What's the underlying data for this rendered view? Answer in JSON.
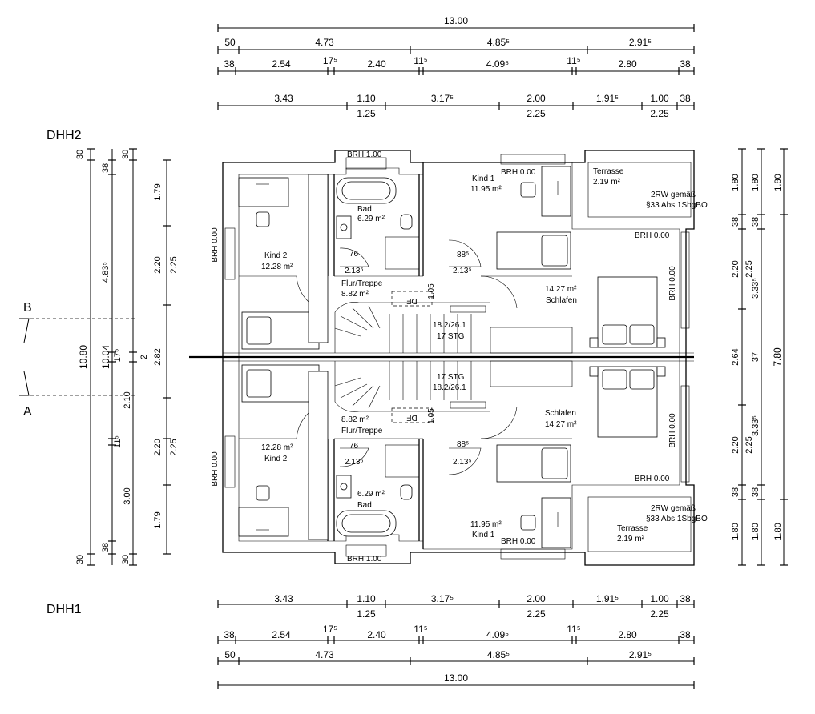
{
  "labels": {
    "dhh2": "DHH2",
    "dhh1": "DHH1",
    "sectionB": "B",
    "sectionA": "A"
  },
  "dims_top": {
    "overall": "13.00",
    "r2": [
      "50",
      "4.73",
      "4.85⁵",
      "2.91⁵"
    ],
    "r3": [
      "38",
      "2.54",
      "17⁵",
      "2.40",
      "11⁵",
      "4.09⁵",
      "11⁵",
      "2.80",
      "38"
    ],
    "r4": [
      "3.43",
      "1.10",
      "3.17⁵",
      "2.00",
      "1.91⁵",
      "1.00",
      "38"
    ],
    "r4_under": [
      "1.25",
      "2.25",
      "2.25"
    ]
  },
  "dims_bottom": {
    "r1": [
      "3.43",
      "1.10",
      "3.17⁵",
      "2.00",
      "1.91⁵",
      "1.00",
      "38"
    ],
    "r1_under": [
      "1.25",
      "2.25",
      "2.25"
    ],
    "r2": [
      "38",
      "2.54",
      "17⁵",
      "2.40",
      "11⁵",
      "4.09⁵",
      "11⁵",
      "2.80",
      "38"
    ],
    "r3": [
      "50",
      "4.73",
      "4.85⁵",
      "2.91⁵"
    ],
    "overall": "13.00"
  },
  "dims_left": {
    "overall": "10.80",
    "mid": "10.04",
    "c1": [
      "30",
      "30"
    ],
    "c2": [
      "38",
      "4.83⁵",
      "17⁵",
      "11⁵",
      "3.00",
      "38"
    ],
    "c3": [
      "30",
      "2",
      "30"
    ],
    "c4": [
      "1.79",
      "2.20",
      "2.82",
      "2.10",
      "2.20",
      "1.79"
    ],
    "c5": [
      "2.25",
      "2.25"
    ]
  },
  "dims_right": {
    "overall": "7.80",
    "c1": [
      "1.80",
      "38",
      "2.20",
      "2.64",
      "2.20",
      "38",
      "1.80"
    ],
    "c2": [
      "1.80",
      "38",
      "2.25",
      "2.25",
      "38",
      "1.80"
    ],
    "c3": [
      "3.33⁵",
      "37",
      "3.33⁵"
    ],
    "c4": [
      "1.80",
      "1.80"
    ]
  },
  "rooms": {
    "kind2_top": [
      "Kind 2",
      "12.28 m²"
    ],
    "bad_top": [
      "Bad",
      "6.29 m²"
    ],
    "kind1_top": [
      "Kind 1",
      "11.95 m²"
    ],
    "terrasse_top": [
      "Terrasse",
      "2.19 m²"
    ],
    "rw_top": [
      "2RW gemäß",
      "§33 Abs.1SbgBO"
    ],
    "flur_top": [
      "Flur/Treppe",
      "8.82 m²"
    ],
    "schlafen_top": [
      "14.27 m²",
      "Schlafen"
    ],
    "kind2_bot": [
      "12.28 m²",
      "Kind 2"
    ],
    "bad_bot": [
      "6.29 m²",
      "Bad"
    ],
    "kind1_bot": [
      "11.95 m²",
      "Kind 1"
    ],
    "terrasse_bot": [
      "Terrasse",
      "2.19 m²"
    ],
    "rw_bot": [
      "2RW gemäß",
      "§33 Abs.1SbgBO"
    ],
    "flur_bot": [
      "8.82 m²",
      "Flur/Treppe"
    ],
    "schlafen_bot": [
      "Schlafen",
      "14.27 m²"
    ]
  },
  "notes": {
    "brh100": "BRH 1.00",
    "brh000": "BRH 0.00",
    "door76": "76",
    "door88": "88⁵",
    "door213": "2.13⁵",
    "stairs_count": "17 STG",
    "stairs_ratio": "18.2/26.1",
    "df": "DF",
    "h105": "1.05"
  }
}
